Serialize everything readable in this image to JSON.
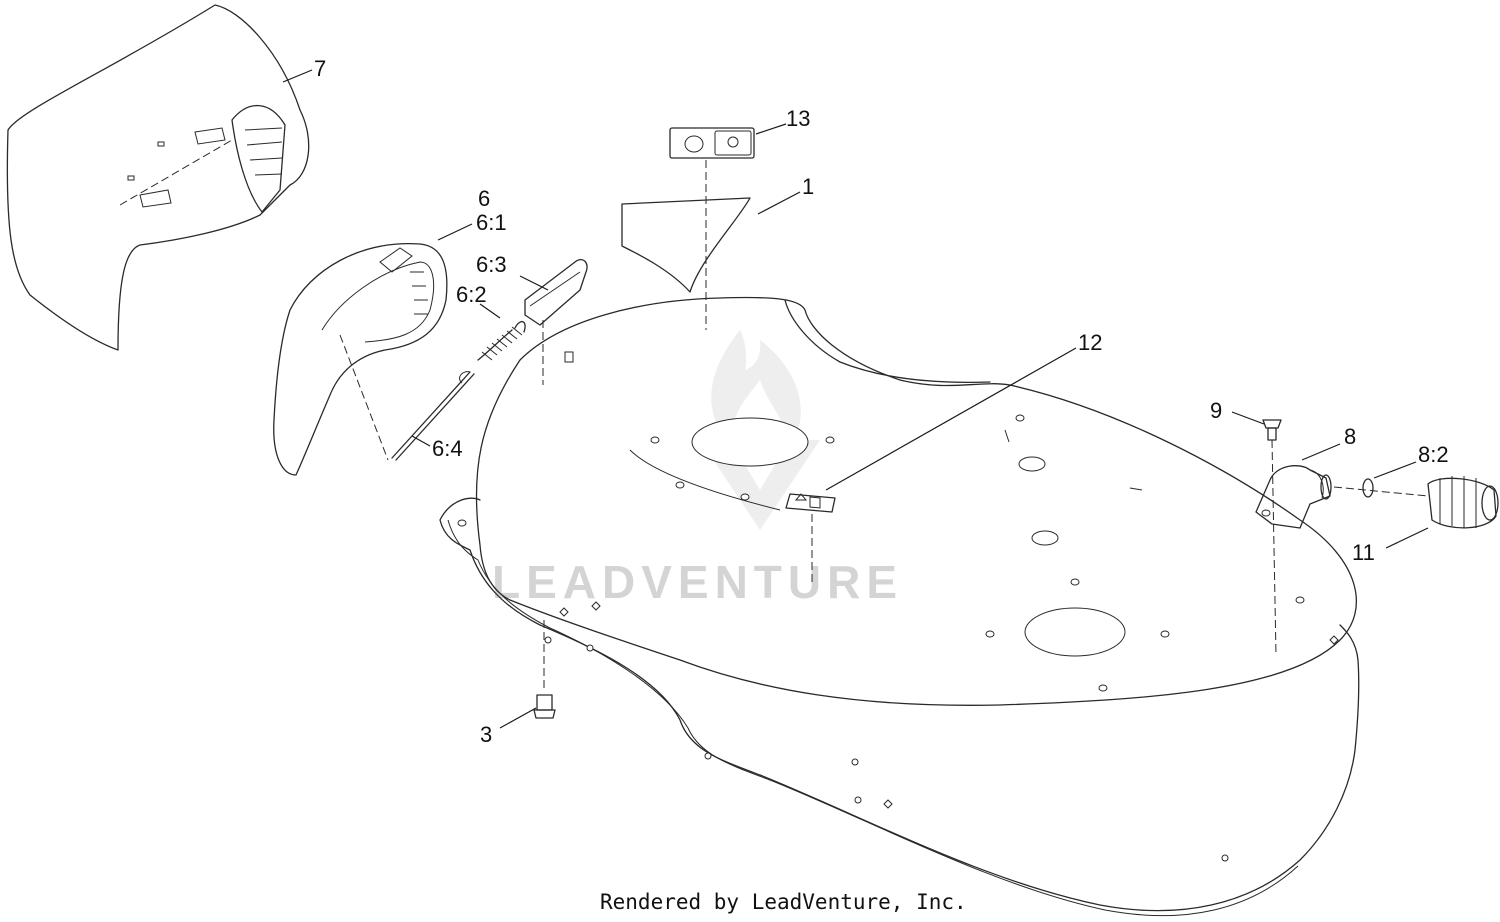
{
  "watermark": "LEADVENTURE",
  "credit": "Rendered by LeadVenture, Inc.",
  "callouts": {
    "c1": "1",
    "c3": "3",
    "c6": "6",
    "c6_1": "6:1",
    "c6_2": "6:2",
    "c6_3": "6:3",
    "c6_4": "6:4",
    "c7": "7",
    "c8": "8",
    "c8_2": "8:2",
    "c9": "9",
    "c11": "11",
    "c12": "12",
    "c13": "13"
  }
}
